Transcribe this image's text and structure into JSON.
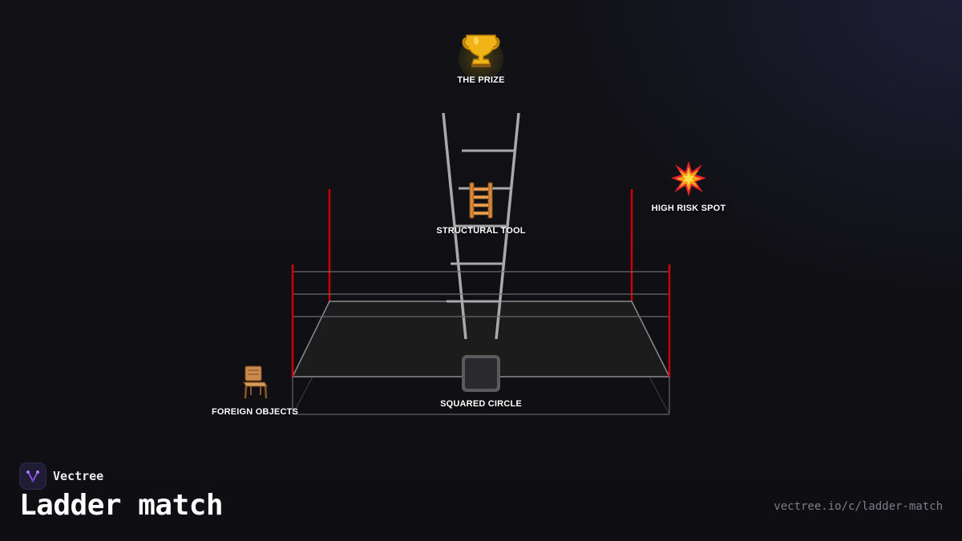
{
  "diagram": {
    "nodes": [
      {
        "id": "prize",
        "label": "THE PRIZE",
        "icon": "trophy-icon"
      },
      {
        "id": "structural_tool",
        "label": "STRUCTURAL TOOL",
        "icon": "ladder-icon"
      },
      {
        "id": "high_risk_spot",
        "label": "HIGH RISK SPOT",
        "icon": "collision-icon"
      },
      {
        "id": "foreign_objects",
        "label": "FOREIGN OBJECTS",
        "icon": "chair-icon"
      },
      {
        "id": "squared_circle",
        "label": "SQUARED CIRCLE",
        "icon": "black-square-icon"
      }
    ],
    "colors": {
      "background": "#101015",
      "ring_post": "#cc0000",
      "ring_rope": "#6a6a70",
      "ring_mat": "#1c1c1c",
      "ladder": "#a9a9ad",
      "label_text": "#ffffff"
    }
  },
  "footer": {
    "brand_name": "Vectree",
    "title": "Ladder match",
    "url": "vectree.io/c/ladder-match"
  }
}
